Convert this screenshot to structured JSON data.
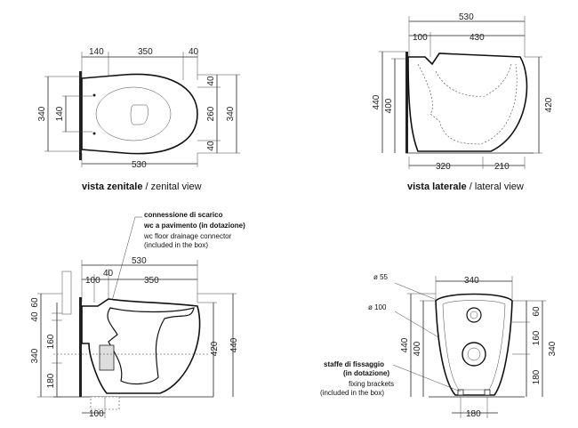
{
  "views": {
    "top": {
      "caption_bold": "vista zenitale",
      "caption_rest": " / zenital view",
      "dims": {
        "a": "140",
        "b": "350",
        "c": "40",
        "total": "530",
        "l1": "340",
        "l2": "140",
        "r1": "40",
        "r2": "260",
        "r3": "340",
        "r4": "40"
      }
    },
    "side": {
      "caption_bold": "vista laterale",
      "caption_rest": " / lateral view",
      "dims": {
        "total": "530",
        "a": "100",
        "b": "430",
        "h1": "440",
        "h2": "400",
        "h3": "420",
        "bottom_a": "320",
        "bottom_b": "210"
      }
    },
    "section": {
      "note_bold1": "connessione di scarico",
      "note_bold2": "wc a pavimento (in dotazione)",
      "note1": "wc floor drainage connector",
      "note2": "(included in the box)",
      "dims": {
        "total": "530",
        "a": "40",
        "b": "100",
        "c": "350",
        "l1": "60",
        "l2": "40",
        "l3": "160",
        "l4": "340",
        "l5": "180",
        "r1": "420",
        "r2": "440",
        "bottom": "100"
      }
    },
    "rear": {
      "d1": "ø 55",
      "d2": "ø 100",
      "note_bold1": "staffe di fissaggio",
      "note_bold2": "(in dotazione)",
      "note1": "fixing brackets",
      "note2": "(included in the box)",
      "dims": {
        "top": "340",
        "l1": "440",
        "l2": "400",
        "r1": "60",
        "r2": "160",
        "r3": "340",
        "r4": "180",
        "bottom": "180"
      }
    }
  }
}
